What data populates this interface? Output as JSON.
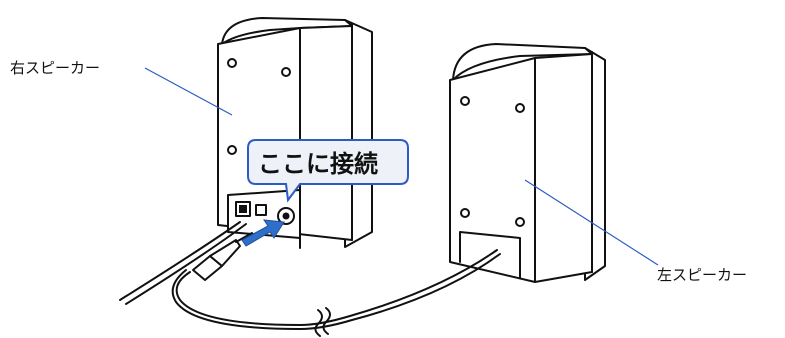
{
  "labels": {
    "right_speaker": "右スピーカー",
    "left_speaker": "左スピーカー",
    "connect_here": "ここに接続"
  },
  "colors": {
    "leader_line": "#2b5cc4",
    "arrow": "#2f6fc9",
    "callout_fill": "#eef2f8"
  }
}
